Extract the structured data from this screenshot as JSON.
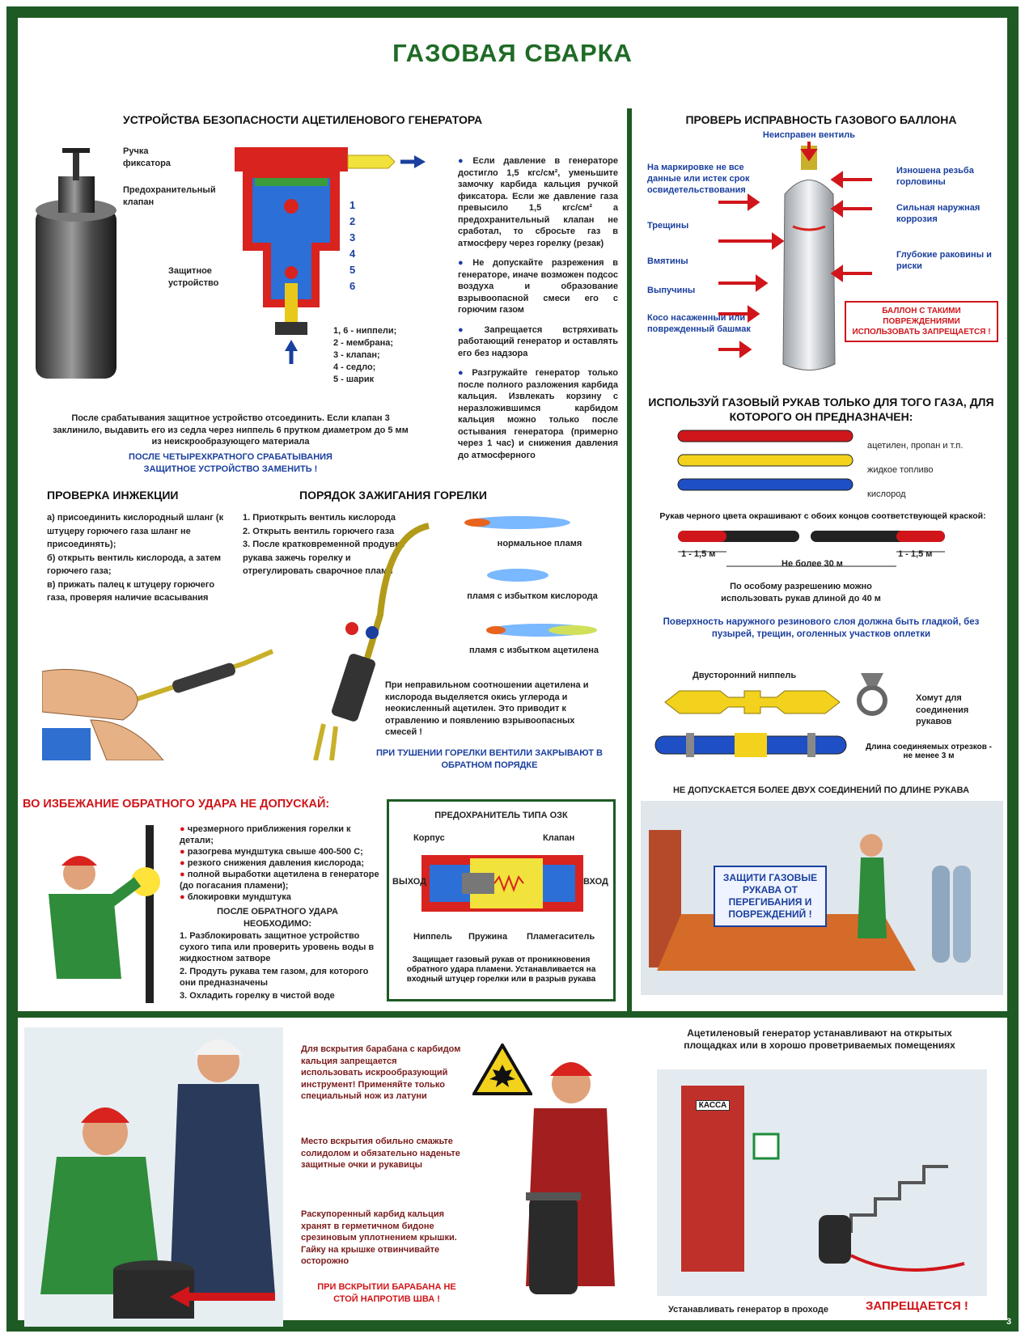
{
  "title": "ГАЗОВАЯ СВАРКА",
  "page_number": "3",
  "colors": {
    "frame": "#1e5a24",
    "accent_blue": "#1a3f9e",
    "accent_red": "#d0161b",
    "title_green": "#1f6b26"
  },
  "generator": {
    "heading": "УСТРОЙСТВА БЕЗОПАСНОСТИ АЦЕТИЛЕНОВОГО ГЕНЕРАТОРА",
    "callout_handle": "Ручка фиксатора",
    "callout_valve": "Предохранительный клапан",
    "callout_protective": "Защитное устройство",
    "numbers": [
      "1",
      "2",
      "3",
      "4",
      "5",
      "6"
    ],
    "legend": [
      "1, 6 - ниппели;",
      "2 - мембрана;",
      "3 - клапан;",
      "4 - седло;",
      "5 - шарик"
    ],
    "bullets": [
      "Если давление в генераторе достигло 1,5 кгс/см², уменьшите замочку карбида кальция ручкой фиксатора. Если же давление газа превысило 1,5 кгс/см² а предохранительный клапан не сработал, то сбросьте газ в атмосферу через горелку (резак)",
      "Не допускайте разрежения в генераторе, иначе возможен подсос воздуха и образование взрывоопасной смеси его с горючим газом",
      "Запрещается встряхивать работающий генератор и оставлять его без надзора",
      "Разгружайте генератор только после полного разложения карбида кальция. Извлекать корзину с неразложившимся карбидом кальция можно только после остывания генератора (примерно через 1 час) и снижения давления до атмосферного"
    ],
    "note": "После срабатывания защитное устройство отсоединить. Если клапан 3 заклинило, выдавить его из седла через ниппель 6 прутком диаметром до 5 мм из неискрообразующего материала",
    "note_blue": "ПОСЛЕ ЧЕТЫРЕХКРАТНОГО СРАБАТЫВАНИЯ ЗАЩИТНОЕ УСТРОЙСТВО ЗАМЕНИТЬ !"
  },
  "injection": {
    "heading": "ПРОВЕРКА ИНЖЕКЦИИ",
    "text": "а) присоединить кислородный шланг (к штуцеру горючего газа шланг не присоединять);\nб) открыть вентиль кислорода, а затем горючего газа;\nв) прижать палец к штуцеру горючего газа, проверяя наличие всасывания"
  },
  "ignition": {
    "heading": "ПОРЯДОК ЗАЖИГАНИЯ ГОРЕЛКИ",
    "steps": "1. Приоткрыть вентиль кислорода\n2. Открыть вентиль горючего газа\n3. После кратковременной продувки рукава зажечь горелку и отрегулировать сварочное пламя",
    "flame_normal": "нормальное пламя",
    "flame_oxygen": "пламя с избытком кислорода",
    "flame_acetylene": "пламя с избытком ацетилена",
    "warning": "При неправильном соотношении ацетилена и кислорода выделяется окись углерода и неокисленный ацетилен. Это приводит к отравлению и появлению взрывоопасных смесей !",
    "closing_blue": "ПРИ ТУШЕНИИ ГОРЕЛКИ ВЕНТИЛИ ЗАКРЫВАЮТ В ОБРАТНОМ ПОРЯДКЕ"
  },
  "backfire": {
    "heading": "ВО ИЗБЕЖАНИЕ ОБРАТНОГО УДАРА НЕ ДОПУСКАЙ:",
    "items": [
      "чрезмерного приближения горелки к детали;",
      "разогрева мундштука свыше 400-500 С;",
      "резкого снижения давления кислорода;",
      "полной выработки ацетилена в генераторе (до погасания пламени);",
      "блокировки мундштука"
    ],
    "after_heading": "ПОСЛЕ ОБРАТНОГО УДАРА НЕОБХОДИМО:",
    "after_items": [
      "1. Разблокировать защитное устройство сухого типа или проверить уровень воды в жидкостном затворе",
      "2. Продуть рукава тем газом, для которого они предназначены",
      "3. Охладить горелку в чистой воде"
    ]
  },
  "ozk": {
    "heading": "ПРЕДОХРАНИТЕЛЬ ТИПА ОЗК",
    "labels": {
      "body": "Корпус",
      "valve": "Клапан",
      "out": "ВЫХОД",
      "in": "ВХОД",
      "nipple": "Ниппель",
      "spring": "Пружина",
      "flame": "Пламегаситель"
    },
    "caption": "Защищает газовый рукав от проникновения обратного удара пламени. Устанавливается на входный штуцер горелки или в разрыв рукава"
  },
  "cylinder": {
    "heading": "ПРОВЕРЬ ИСПРАВНОСТЬ ГАЗОВОГО БАЛЛОНА",
    "left": [
      "На маркировке не все данные или истек срок освидетельствования",
      "Трещины",
      "Вмятины",
      "Выпучины",
      "Косо насаженный или поврежденный башмак"
    ],
    "top": "Неисправен вентиль",
    "right": [
      "Изношена резьба горловины",
      "Сильная наружная коррозия",
      "Глубокие раковины и риски"
    ],
    "warning": "БАЛЛОН С ТАКИМИ ПОВРЕЖДЕНИЯМИ ИСПОЛЬЗОВАТЬ ЗАПРЕЩАЕТСЯ !"
  },
  "hoses": {
    "heading": "ИСПОЛЬЗУЙ ГАЗОВЫЙ РУКАВ ТОЛЬКО ДЛЯ ТОГО ГАЗА, ДЛЯ КОТОРОГО ОН ПРЕДНАЗНАЧЕН:",
    "types": [
      {
        "label": "ацетилен, пропан и т.п.",
        "color": "#d0161b"
      },
      {
        "label": "жидкое топливо",
        "color": "#f2d21c"
      },
      {
        "label": "кислород",
        "color": "#1f4fc4"
      }
    ],
    "black_note": "Рукав черного цвета окрашивают с обоих концов соответствующей краской:",
    "len_end": "1 - 1,5 м",
    "len_mid": "Не более 30 м",
    "special": "По особому разрешению можно использовать рукав длиной до 40 м",
    "surface_blue": "Поверхность наружного резинового слоя должна быть гладкой, без пузырей, трещин, оголенных участков оплетки",
    "nipple": "Двусторонний ниппель",
    "clamp": "Хомут для соединения рукавов",
    "length_note": "Длина соединяемых отрезков - не менее 3 м",
    "limit": "НЕ ДОПУСКАЕТСЯ БОЛЕЕ ДВУХ СОЕДИНЕНИЙ ПО ДЛИНЕ РУКАВА",
    "protect_box": "ЗАЩИТИ ГАЗОВЫЕ РУКАВА ОТ ПЕРЕГИБАНИЯ И ПОВРЕЖДЕНИЙ !"
  },
  "bottom": {
    "text1": "Для вскрытия барабана с карбидом кальция запрещается использовать искрообразующий инструмент! Применяйте только специальный нож из латуни",
    "text2": "Место вскрытия обильно смажьте солидолом и обязательно наденьте защитные очки и рукавицы",
    "text3": "Раскупоренный карбид кальция хранят в герметичном бидоне срезиновым уплотнением крышки. Гайку на крышке отвинчивайте осторожно",
    "warning": "ПРИ ВСКРЫТИИ БАРАБАНА НЕ СТОЙ НАПРОТИВ ШВА !",
    "gen_place": "Ацетиленовый генератор устанавливают на открытых площадках или в хорошо проветриваемых помещениях",
    "door_sign": "КАССА",
    "passage": "Устанавливать генератор в проходе",
    "forbidden": "ЗАПРЕЩАЕТСЯ !"
  }
}
